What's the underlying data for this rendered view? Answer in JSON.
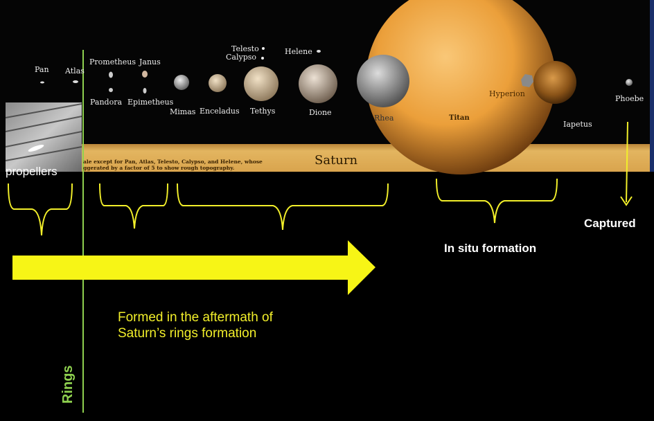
{
  "moons": {
    "pan": "Pan",
    "atlas": "Atlas",
    "prometheus": "Prometheus",
    "janus": "Janus",
    "pandora": "Pandora",
    "epimetheus": "Epimetheus",
    "mimas": "Mimas",
    "enceladus": "Enceladus",
    "telesto": "Telesto",
    "calypso": "Calypso",
    "tethys": "Tethys",
    "helene": "Helene",
    "dione": "Dione",
    "rhea": "Rhea",
    "titan": "Titan",
    "hyperion": "Hyperion",
    "iapetus": "Iapetus",
    "phoebe": "Phoebe"
  },
  "planet": "Saturn",
  "scale_note": {
    "line1": "ale except for Pan, Atlas, Telesto, Calypso, and Helene, whose",
    "line2": "ggerated by a factor of 5 to show rough topography."
  },
  "annotations": {
    "propellers": "propellers",
    "in_situ": "In situ formation",
    "captured": "Captured",
    "aftermath_line1": "Formed in the aftermath of",
    "aftermath_line2": "Saturn’s rings formation",
    "rings": "Rings"
  },
  "colors": {
    "bracket": "#f2ef2a",
    "rings_line": "#8fd14f",
    "saturn_band": "#e0ad55",
    "titan": "#f0a23c"
  }
}
